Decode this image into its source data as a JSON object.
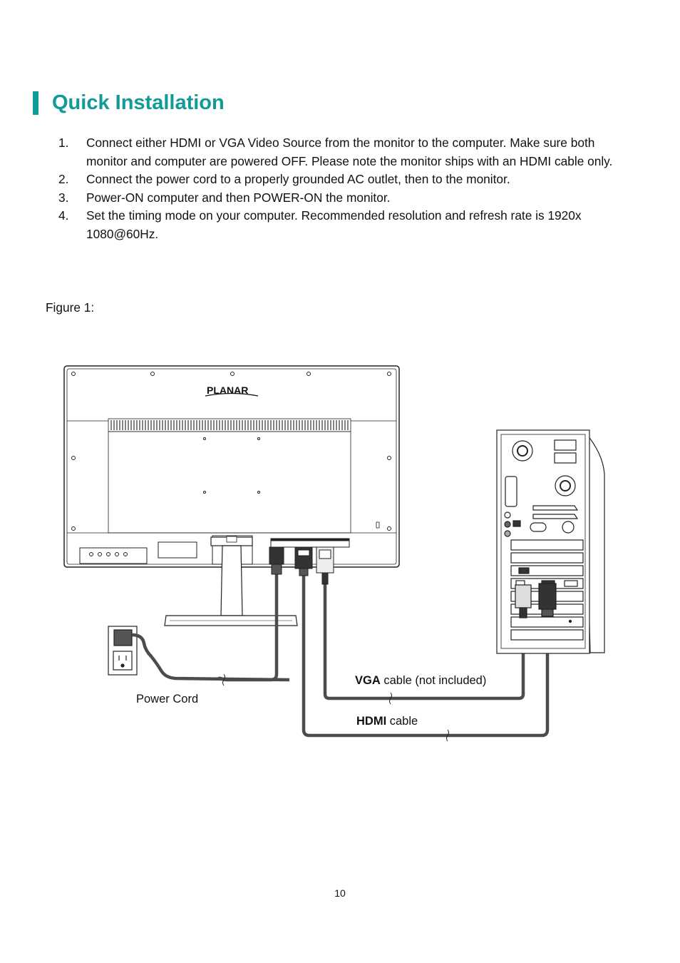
{
  "heading": "Quick Installation",
  "steps": [
    {
      "num": "1.",
      "text": "Connect either HDMI or VGA Video Source from the monitor to the computer.  Make sure both monitor and computer are powered OFF. Please note the monitor ships with an HDMI cable only."
    },
    {
      "num": "2.",
      "text": "Connect the power cord to a properly grounded AC outlet, then to the monitor."
    },
    {
      "num": "3.",
      "text": "Power-ON computer and then POWER-ON the monitor."
    },
    {
      "num": "4.",
      "text": "Set the timing mode on your computer. Recommended resolution and refresh rate is 1920x 1080@60Hz."
    }
  ],
  "figure_label": "Figure 1:",
  "figure": {
    "brand_logo": "PLANAR",
    "captions": {
      "power_cord": "Power Cord",
      "vga_bold": "VGA",
      "vga_rest": " cable (not included)",
      "hdmi_bold": "HDMI",
      "hdmi_rest": " cable"
    }
  },
  "page_number": "10",
  "colors": {
    "accent": "#109b96",
    "cable": "#4a4d4a"
  }
}
